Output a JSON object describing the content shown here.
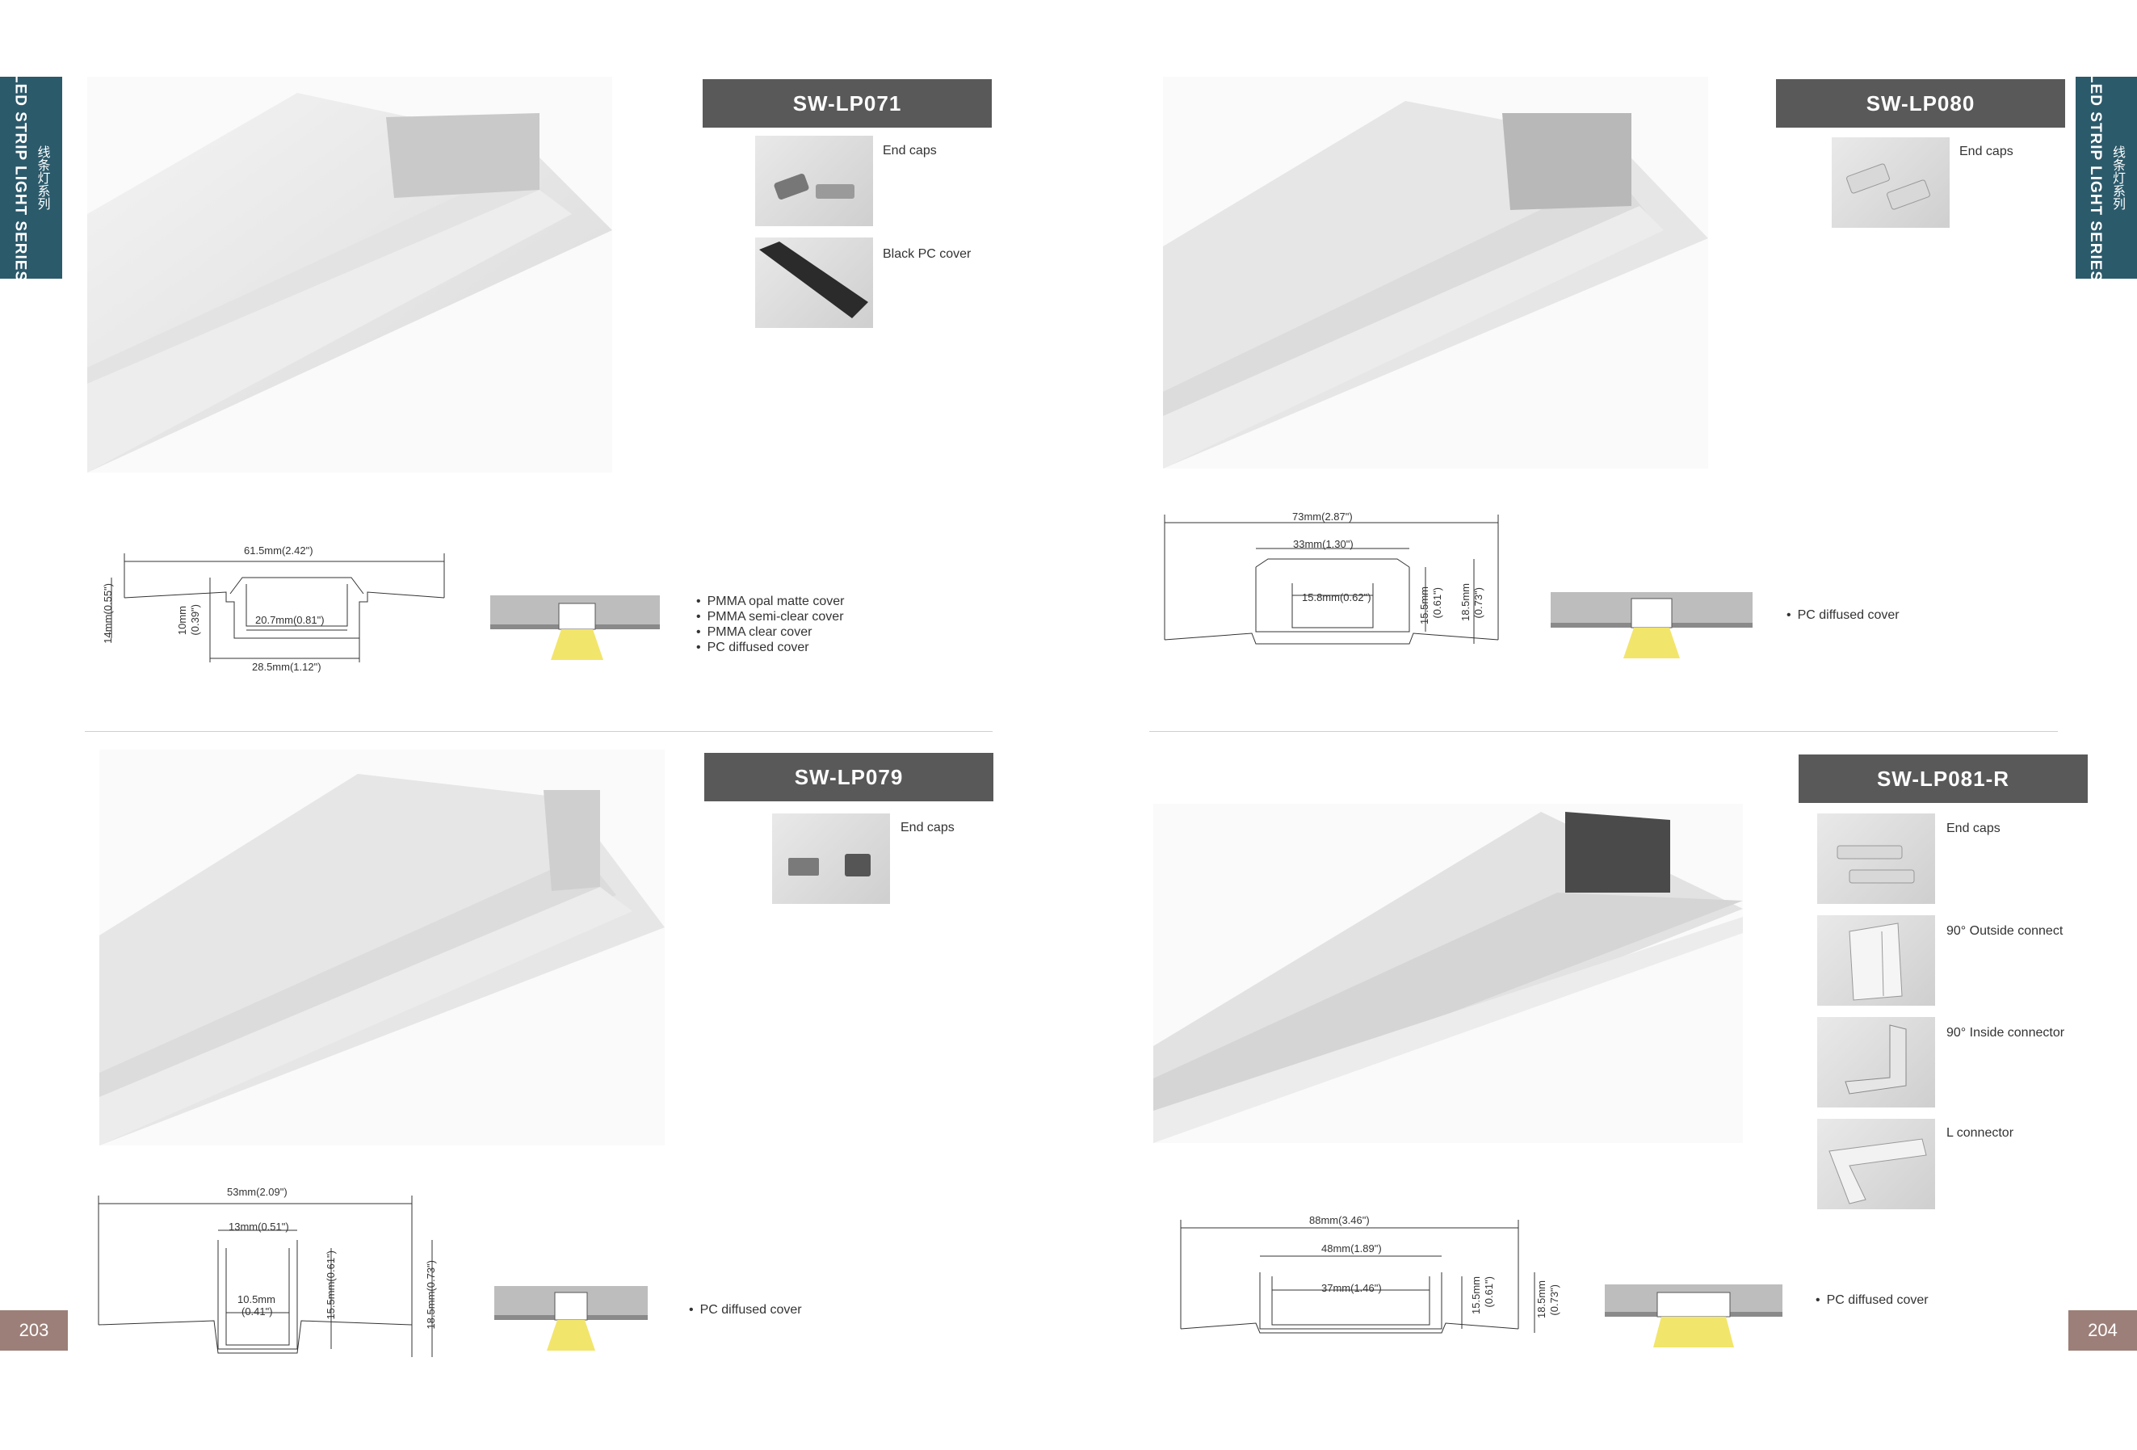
{
  "side_tab": {
    "title": "LED STRIP LIGHT SERIES",
    "subtitle": "线条灯系列"
  },
  "pages": {
    "left": "203",
    "right": "204"
  },
  "products": [
    {
      "model": "SW-LP071",
      "accessories": [
        "End caps",
        "Black PC cover"
      ],
      "covers": [
        "PMMA opal matte cover",
        "PMMA semi-clear cover",
        "PMMA clear cover",
        "PC diffused cover"
      ],
      "dims": {
        "width": "61.5mm(2.42\")",
        "height": "14mm(0.55\")",
        "inner_height": "10mm",
        "inner_height_in": "(0.39\")",
        "inner_width": "20.7mm(0.81\")",
        "base_width": "28.5mm(1.12\")"
      }
    },
    {
      "model": "SW-LP080",
      "accessories": [
        "End caps"
      ],
      "covers": [
        "PC diffused cover"
      ],
      "dims": {
        "width": "73mm(2.87\")",
        "channel_width": "33mm(1.30\")",
        "inner_width": "15.8mm(0.62\")",
        "inner_height": "15.5mm",
        "inner_height_in": "(0.61\")",
        "height": "18.5mm",
        "height_in": "(0.73\")"
      }
    },
    {
      "model": "SW-LP079",
      "accessories": [
        "End caps"
      ],
      "covers": [
        "PC diffused cover"
      ],
      "dims": {
        "width": "53mm(2.09\")",
        "channel_width": "13mm(0.51\")",
        "inner_width": "10.5mm",
        "inner_width_in": "(0.41\")",
        "inner_height": "15.5mm(0.61\")",
        "height": "18.5mm(0.73\")"
      }
    },
    {
      "model": "SW-LP081-R",
      "accessories": [
        "End caps",
        "90° Outside connect",
        "90° Inside connector",
        "L connector"
      ],
      "covers": [
        "PC diffused cover"
      ],
      "dims": {
        "width": "88mm(3.46\")",
        "channel_width": "48mm(1.89\")",
        "inner_width": "37mm(1.46\")",
        "inner_height": "15.5mm",
        "inner_height_in": "(0.61\")",
        "height": "18.5mm",
        "height_in": "(0.73\")"
      }
    }
  ]
}
